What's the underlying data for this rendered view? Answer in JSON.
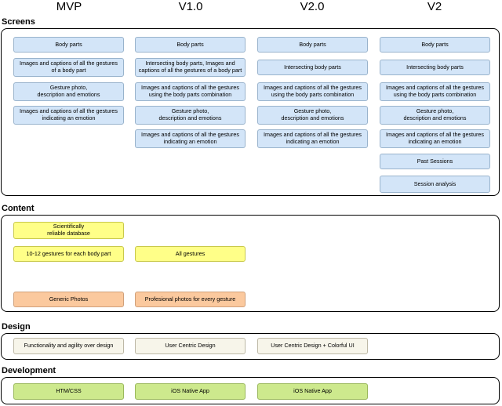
{
  "columns": [
    "MVP",
    "V1.0",
    "V2.0",
    "V2"
  ],
  "sections": {
    "screens": "Screens",
    "content": "Content",
    "design": "Design",
    "development": "Development"
  },
  "screens": {
    "mvp": [
      "Body parts",
      "Images and captions of all the gestures of a body part",
      "Gesture photo,\ndescription and emotions",
      "Images and captions of all the gestures indicating an emotion"
    ],
    "v1": [
      "Body parts",
      "Intersecting body parts, Images and captions of all the gestures of a body part",
      "Images and captions of all the gestures using the body parts combination",
      "Gesture photo,\ndescription and emotions",
      "Images and captions of all the gestures indicating an emotion"
    ],
    "v2_0": [
      "Body parts",
      "Intersecting body parts",
      "Images and captions of all the gestures using the body parts combination",
      "Gesture photo,\ndescription and emotions",
      "Images and captions of all the gestures indicating an emotion"
    ],
    "v2": [
      "Body parts",
      "Intersecting body parts",
      "Images and captions of all the gestures using the body parts combination",
      "Gesture photo,\ndescription and emotions",
      "Images and captions of all the gestures indicating an emotion",
      "Past Sessions",
      "Session analysis"
    ]
  },
  "content": {
    "scientific_db": "Scientifically\nreliable  database",
    "gestures_per_part": "10-12 gestures for each body part",
    "all_gestures": "All gestures",
    "generic_photos": "Generic Photos",
    "professional_photos": "Profesional photos for every gesture"
  },
  "design": {
    "mvp": "Functionality and agility over design",
    "v1": "User Centric Design",
    "v2_0": "User Centric Design + Colorful UI"
  },
  "development": {
    "mvp": "HTM/CSS",
    "v1": "iOS Native App",
    "v2_0": "iOS Native App"
  },
  "colors": {
    "screen_box": "#d3e5f8",
    "content_yellow": "#ffff88",
    "content_orange": "#fbc99e",
    "design_box": "#f7f5ea",
    "development_box": "#cde98d"
  }
}
